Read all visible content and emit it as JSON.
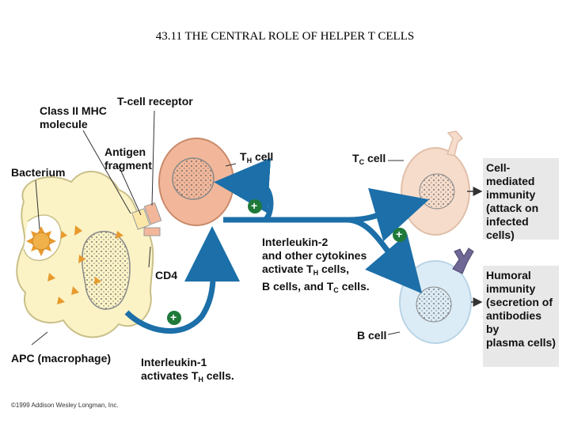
{
  "title": "43.11 THE CENTRAL ROLE OF HELPER T CELLS",
  "labels": {
    "class2_line1": "Class II MHC",
    "class2_line2": "molecule",
    "tcell_receptor": "T-cell receptor",
    "antigen_line1": "Antigen",
    "antigen_line2": "fragment",
    "bacterium": "Bacterium",
    "th_cell": "T",
    "th_sub": "H",
    "th_suffix": " cell",
    "tc_cell": "T",
    "tc_sub": "C",
    "tc_suffix": " cell",
    "cd4": "CD4",
    "apc": "APC (macrophage)",
    "b_cell": "B cell",
    "il2_line1": "Interleukin-2",
    "il2_line2": "and other cytokines",
    "il2_line3a": "activate T",
    "il2_line3sub": "H",
    "il2_line3b": " cells,",
    "il2_line4a": "B cells, and T",
    "il2_line4sub": "C",
    "il2_line4b": " cells.",
    "il1_line1": "Interleukin-1",
    "il1_line2a": "activates T",
    "il1_line2sub": "H",
    "il1_line2b": " cells.",
    "plus": "+"
  },
  "boxes": {
    "cell_mediated": [
      "Cell-mediated",
      "immunity",
      "(attack on",
      "infected cells)"
    ],
    "humoral": [
      "Humoral",
      "immunity",
      "(secretion of",
      "antibodies by",
      "plasma cells)"
    ]
  },
  "copyright": "©1999 Addison Wesley Longman, Inc.",
  "colors": {
    "apc_fill": "#fbf3c6",
    "th_fill": "#f2b79a",
    "tc_fill": "#f6dccb",
    "bcell_fill": "#dcecf6",
    "arrow_blue": "#1c6fa8",
    "plus_green": "#1f7a3a",
    "bacteria_orange": "#e89a2c"
  }
}
